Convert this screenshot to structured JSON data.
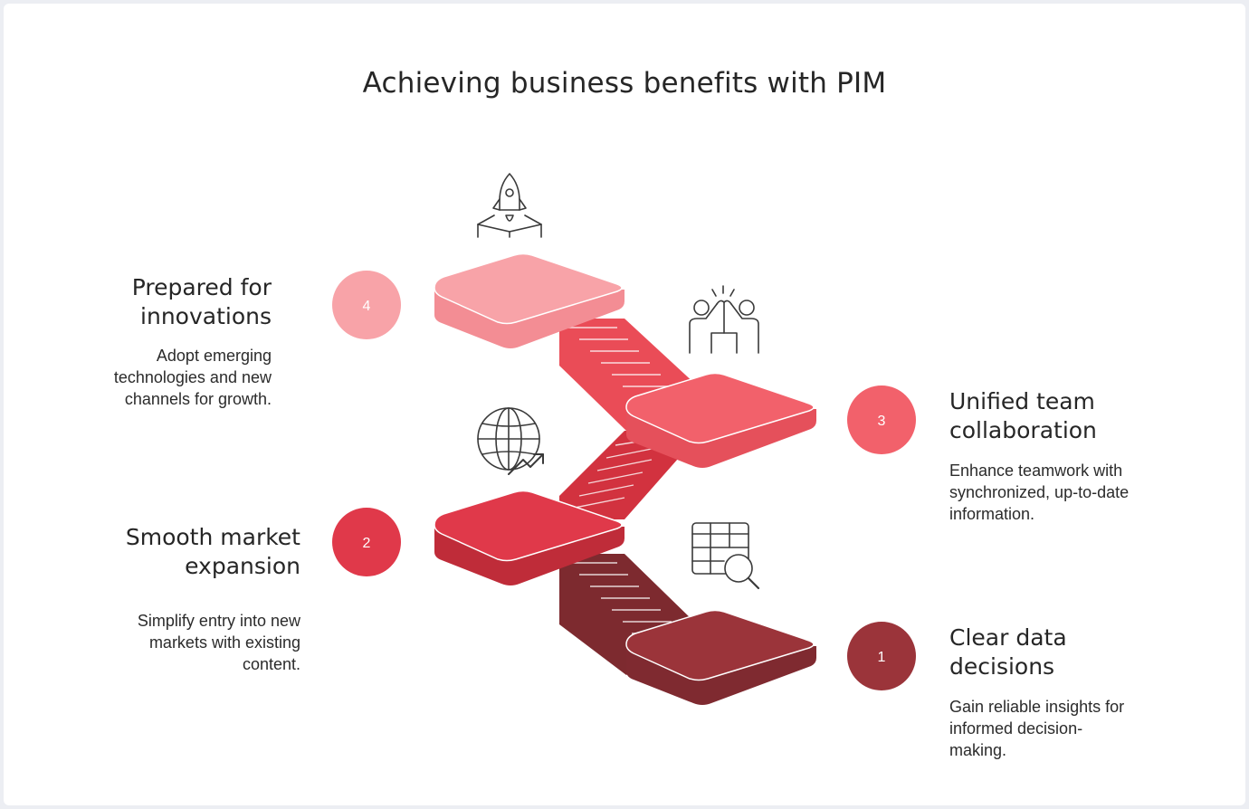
{
  "title": "Achieving business benefits with PIM",
  "colors": {
    "step1": "#9b343a",
    "step2": "#e0394a",
    "step3": "#f2616b",
    "step4": "#f8a3a8",
    "icon_stroke": "#3a3a3a"
  },
  "steps": [
    {
      "number": "1",
      "title": "Clear data decisions",
      "title_lines": [
        "Clear data",
        "decisions"
      ],
      "description": "Gain reliable insights for informed decision-making.",
      "description_lines": [
        "Gain reliable insights for",
        "informed decision-",
        "making."
      ],
      "icon": "table-search-icon"
    },
    {
      "number": "2",
      "title": "Smooth market expansion",
      "title_lines": [
        "Smooth market",
        "expansion"
      ],
      "description": "Simplify entry into new markets with existing content.",
      "description_lines": [
        "Simplify entry into new",
        "markets with existing",
        "content."
      ],
      "icon": "globe-growth-icon"
    },
    {
      "number": "3",
      "title": "Unified team collaboration",
      "title_lines": [
        "Unified team",
        "collaboration"
      ],
      "description": "Enhance teamwork with synchronized, up-to-date information.",
      "description_lines": [
        "Enhance teamwork with",
        "synchronized, up-to-date",
        "information."
      ],
      "icon": "high-five-icon"
    },
    {
      "number": "4",
      "title": "Prepared for innovations",
      "title_lines": [
        "Prepared for",
        "innovations"
      ],
      "description": "Adopt emerging technologies and new channels for growth.",
      "description_lines": [
        "Adopt emerging",
        "technologies and new",
        "channels for growth."
      ],
      "icon": "rocket-launch-icon"
    }
  ]
}
